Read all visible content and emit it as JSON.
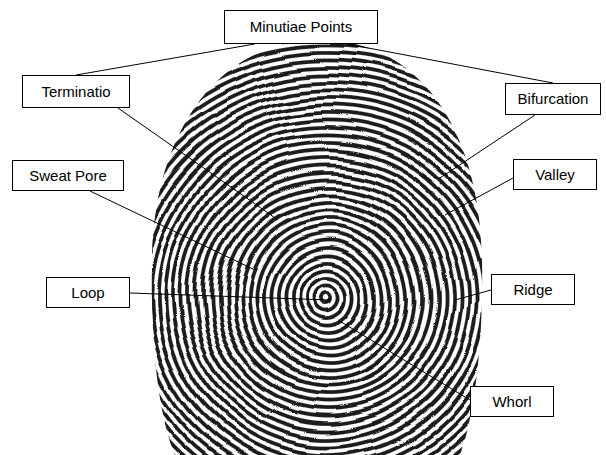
{
  "diagram": {
    "nodes": [
      {
        "text": [
          "Minutiae Points"
        ]
      },
      {
        "text": [
          "Terminatio"
        ]
      },
      {
        "text": [
          "Bifurcation"
        ]
      },
      {
        "text": [
          "Sweat Pore"
        ]
      },
      {
        "text": [
          "Valley"
        ]
      },
      {
        "text": [
          "Loop"
        ]
      },
      {
        "text": [
          "Ridge"
        ]
      },
      {
        "text": [
          "Whorl"
        ]
      }
    ],
    "edges": [
      {
        "from": 0,
        "to": 1,
        "arrow": "none"
      },
      {
        "from": 0,
        "to": 2,
        "arrow": "none"
      }
    ]
  }
}
